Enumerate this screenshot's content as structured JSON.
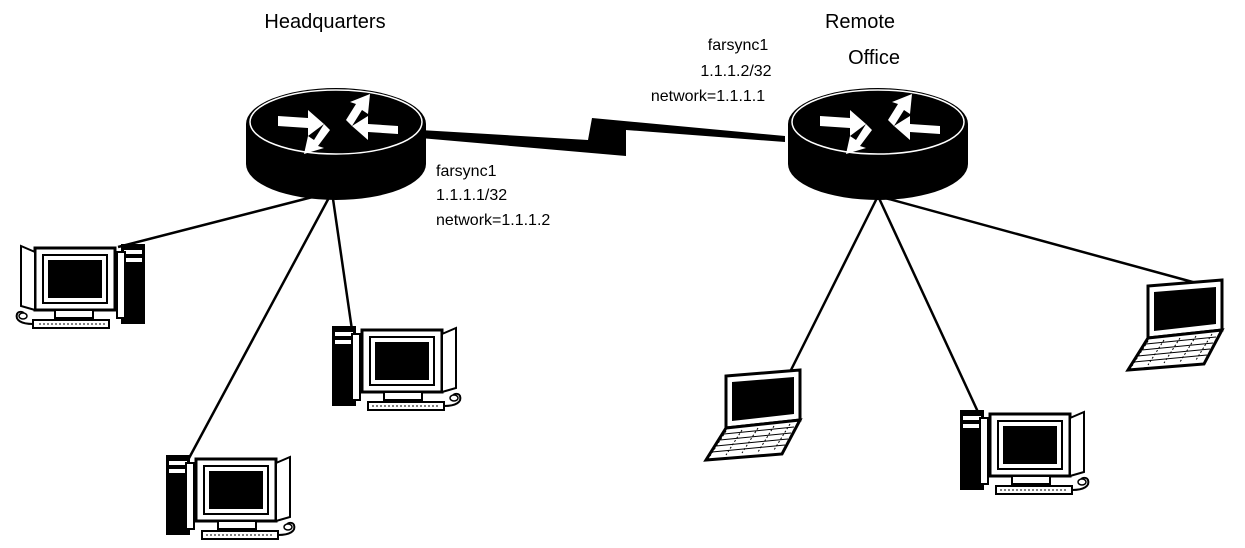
{
  "sites": {
    "headquarters": {
      "title": "Headquarters"
    },
    "remote": {
      "title_line1": "Remote",
      "title_line2": "Office"
    }
  },
  "links": {
    "hq_interface": {
      "name": "farsync1",
      "address": "1.1.1.1/32",
      "network": "network=1.1.1.2"
    },
    "remote_interface": {
      "name": "farsync1",
      "address": "1.1.1.2/32",
      "network": "network=1.1.1.1"
    }
  },
  "icons": {
    "router": "router-icon",
    "desktop": "desktop-computer-icon",
    "laptop": "laptop-icon",
    "serial_link": "serial-link-lightning-icon"
  },
  "colors": {
    "line": "#000000",
    "background": "#ffffff"
  }
}
